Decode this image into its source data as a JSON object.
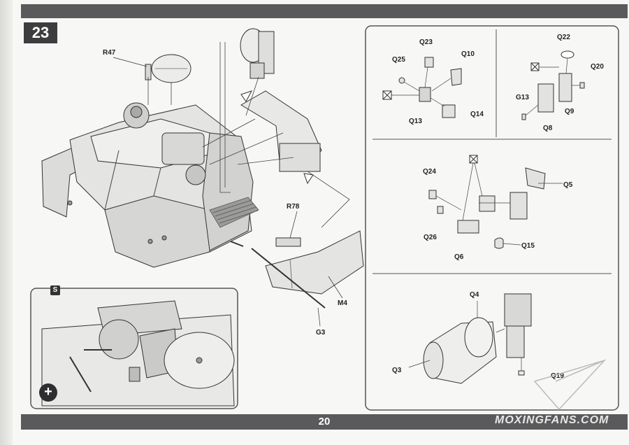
{
  "step_number": "23",
  "page_number": "20",
  "watermark": "MOXINGFANS.COM",
  "inset_badge": "S",
  "zoom_icon": "magnifier-plus-icon",
  "main_labels": {
    "r47": "R47",
    "r78": "R78",
    "m4": "M4",
    "g3": "G3"
  },
  "panel_a_labels": {
    "q23": "Q23",
    "q25": "Q25",
    "q10": "Q10",
    "q13": "Q13",
    "q14": "Q14"
  },
  "panel_b_labels": {
    "q22": "Q22",
    "q20": "Q20",
    "g13": "G13",
    "q9": "Q9",
    "q8": "Q8"
  },
  "panel_c_labels": {
    "q24": "Q24",
    "q5": "Q5",
    "q26": "Q26",
    "q6": "Q6",
    "q15": "Q15"
  },
  "panel_d_labels": {
    "q4": "Q4",
    "q3": "Q3",
    "q19": "Q19"
  }
}
